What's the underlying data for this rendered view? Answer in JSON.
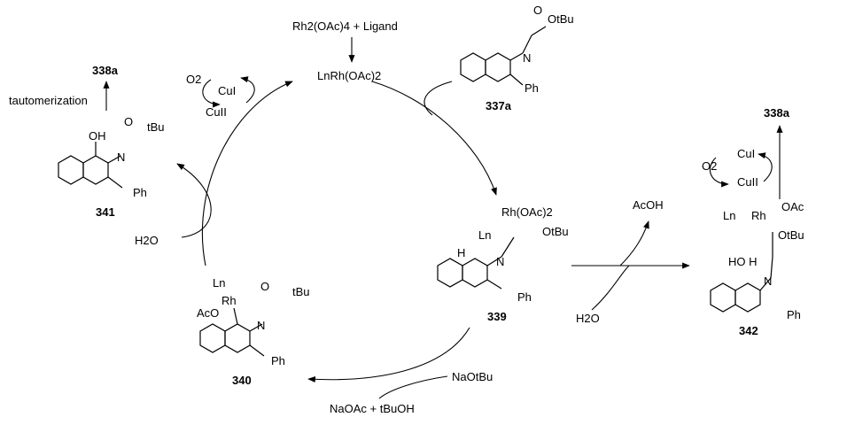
{
  "catalyst_row": {
    "rh2_oac4": "Rh2(OAc)4 + Ligand",
    "active_catalyst": "LnRh(OAc)2"
  },
  "labels": {
    "tautomerization": "tautomerization",
    "product_top_left": "338a",
    "product_right": "338a",
    "water_left": "H2O",
    "water_right": "H2O",
    "acetic_acid": "AcOH",
    "base": "NaOtBu",
    "byproducts": "NaOAc + tBuOH"
  },
  "copper_left": {
    "o2": "O2",
    "cu_i": "CuI",
    "cu_ii": "CuII"
  },
  "copper_right": {
    "o2": "O2",
    "cu_i": "CuI",
    "cu_ii": "CuII"
  },
  "compounds": {
    "c337a": {
      "id": "337a",
      "tbu": "OtBu",
      "ph": "Ph"
    },
    "c339": {
      "id": "339",
      "rh": "Rh(OAc)2",
      "ln": "Ln",
      "tbu": "OtBu",
      "ph": "Ph"
    },
    "c340": {
      "id": "340",
      "ln": "Ln",
      "rh": "Rh",
      "aco": "AcO",
      "tbu": "tBu",
      "ph": "Ph"
    },
    "c341": {
      "id": "341",
      "oh": "OH",
      "tbu": "tBu",
      "ph": "Ph"
    },
    "c342": {
      "id": "342",
      "ln": "Ln",
      "rh": "Rh",
      "oac": "OAc",
      "hoh": "HO H",
      "tbu": "OtBu",
      "ph": "Ph"
    }
  }
}
